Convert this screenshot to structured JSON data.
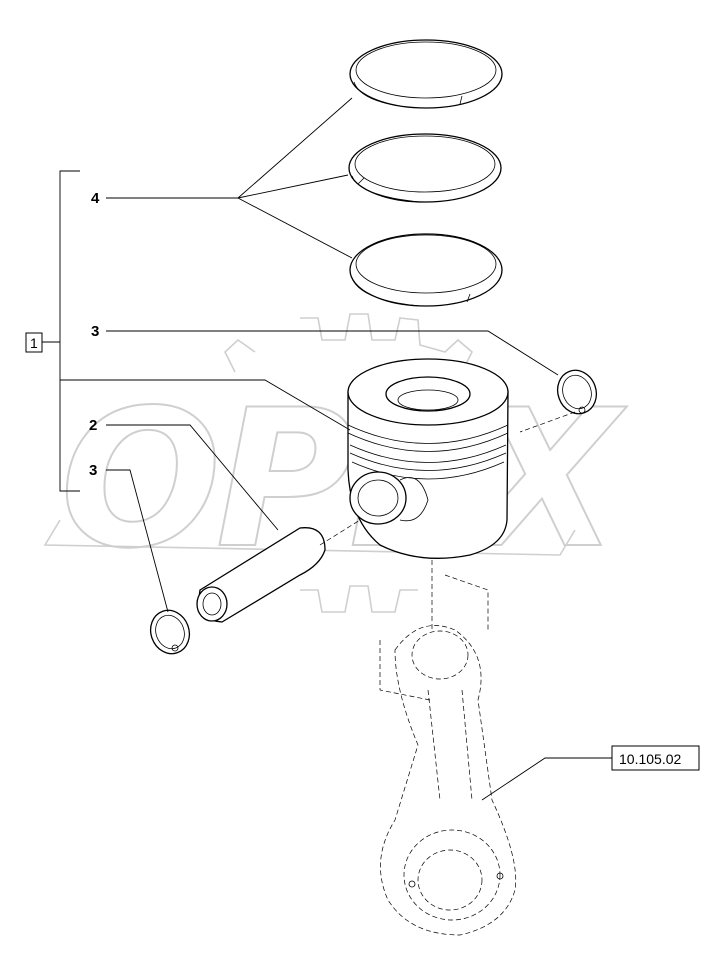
{
  "callouts": {
    "item_1": "1",
    "item_4": "4",
    "item_3_top": "3",
    "item_2": "2",
    "item_3_bottom": "3"
  },
  "reference": {
    "label": "10.105.02"
  },
  "watermark": {
    "text": "OPEX"
  },
  "parts": [
    "piston-ring",
    "piston",
    "piston-pin",
    "circlip",
    "connecting-rod"
  ]
}
